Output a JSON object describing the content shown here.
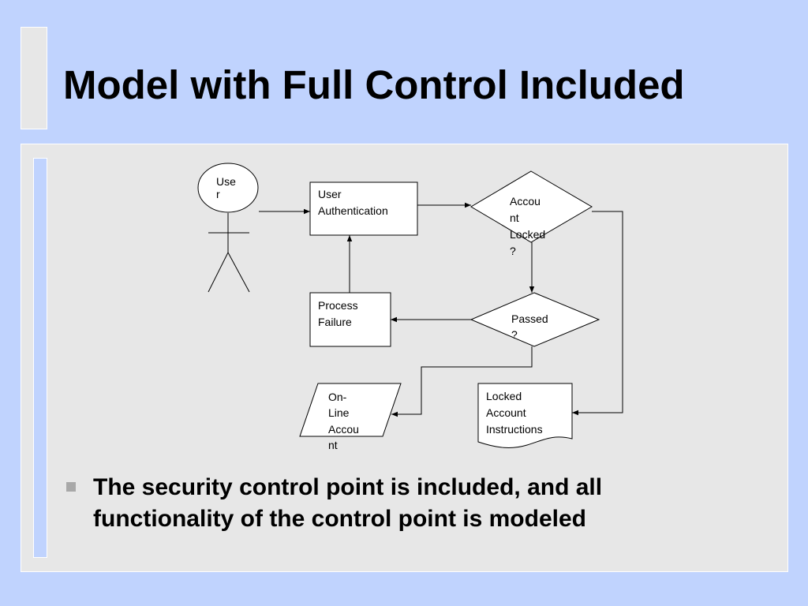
{
  "slide": {
    "title": "Model with Full Control Included",
    "bullet": "The security control point is included, and all functionality of the control point is modeled"
  },
  "diagram": {
    "user_label": [
      "Use",
      "r"
    ],
    "auth_label": [
      "User",
      "Authentication"
    ],
    "locked_label": [
      "Accou",
      "nt",
      "Locked",
      "?"
    ],
    "passed_label": [
      "Passed",
      "?"
    ],
    "failure_label": [
      "Process",
      "Failure"
    ],
    "online_label": [
      "On-",
      "Line",
      "Accou",
      "nt"
    ],
    "instructions_label": [
      "Locked",
      "Account",
      "Instructions"
    ]
  }
}
